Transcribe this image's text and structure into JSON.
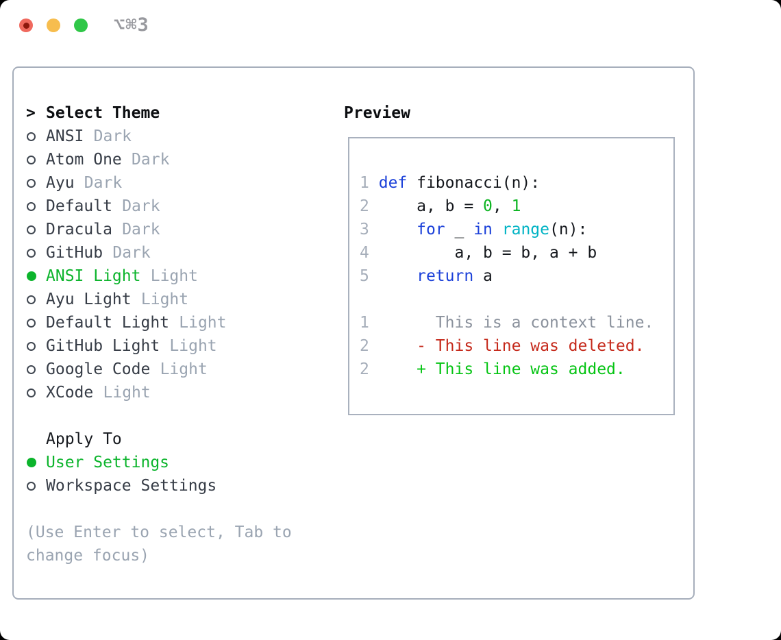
{
  "window": {
    "shortcut_label": "⌥⌘3"
  },
  "theme_selector": {
    "header_prefix": ">",
    "header": "Select Theme",
    "items": [
      {
        "name": "ANSI",
        "tag": "Dark",
        "selected": false
      },
      {
        "name": "Atom One",
        "tag": "Dark",
        "selected": false
      },
      {
        "name": "Ayu",
        "tag": "Dark",
        "selected": false
      },
      {
        "name": "Default",
        "tag": "Dark",
        "selected": false
      },
      {
        "name": "Dracula",
        "tag": "Dark",
        "selected": false
      },
      {
        "name": "GitHub",
        "tag": "Dark",
        "selected": false
      },
      {
        "name": "ANSI Light",
        "tag": "Light",
        "selected": true
      },
      {
        "name": "Ayu Light",
        "tag": "Light",
        "selected": false
      },
      {
        "name": "Default Light",
        "tag": "Light",
        "selected": false
      },
      {
        "name": "GitHub Light",
        "tag": "Light",
        "selected": false
      },
      {
        "name": "Google Code",
        "tag": "Light",
        "selected": false
      },
      {
        "name": "XCode",
        "tag": "Light",
        "selected": false
      }
    ]
  },
  "apply_to": {
    "header": "Apply To",
    "options": [
      {
        "name": "User Settings",
        "selected": true
      },
      {
        "name": "Workspace Settings",
        "selected": false
      }
    ]
  },
  "help_text": [
    "(Use Enter to select, Tab to",
    "change focus)"
  ],
  "preview": {
    "header": "Preview",
    "lines": [
      [
        {
          "c": "num",
          "t": "1"
        },
        {
          "c": "plain",
          "t": " "
        },
        {
          "c": "kw",
          "t": "def"
        },
        {
          "c": "plain",
          "t": " fibonacci(n):"
        }
      ],
      [
        {
          "c": "num",
          "t": "2"
        },
        {
          "c": "plain",
          "t": "     a, b = "
        },
        {
          "c": "lit",
          "t": "0"
        },
        {
          "c": "plain",
          "t": ", "
        },
        {
          "c": "lit",
          "t": "1"
        }
      ],
      [
        {
          "c": "num",
          "t": "3"
        },
        {
          "c": "plain",
          "t": "     "
        },
        {
          "c": "kw",
          "t": "for"
        },
        {
          "c": "plain",
          "t": " _ "
        },
        {
          "c": "kw",
          "t": "in"
        },
        {
          "c": "plain",
          "t": " "
        },
        {
          "c": "fn",
          "t": "range"
        },
        {
          "c": "plain",
          "t": "(n):"
        }
      ],
      [
        {
          "c": "num",
          "t": "4"
        },
        {
          "c": "plain",
          "t": "         a, b = b, a + b"
        }
      ],
      [
        {
          "c": "num",
          "t": "5"
        },
        {
          "c": "plain",
          "t": "     "
        },
        {
          "c": "kw",
          "t": "return"
        },
        {
          "c": "plain",
          "t": " a"
        }
      ],
      [],
      [
        {
          "c": "num",
          "t": "1"
        },
        {
          "c": "plain",
          "t": "       "
        },
        {
          "c": "ctx",
          "t": "This is a context line."
        }
      ],
      [
        {
          "c": "num",
          "t": "2"
        },
        {
          "c": "plain",
          "t": "     "
        },
        {
          "c": "del",
          "t": "- This line was deleted."
        }
      ],
      [
        {
          "c": "num",
          "t": "2"
        },
        {
          "c": "plain",
          "t": "     "
        },
        {
          "c": "add",
          "t": "+ This line was added."
        }
      ]
    ]
  },
  "colors": {
    "accent_green": "#0cb42c",
    "keyword_blue": "#1c41d9",
    "builtin_cyan": "#00b3c4",
    "literal_green": "#0cb421",
    "deleted_red": "#c5291b",
    "added_green": "#06c414",
    "muted_gray": "#9aa4b1",
    "border_gray": "#a6aebb",
    "traffic_red": "#f0695e",
    "traffic_yellow": "#f7bd4e",
    "traffic_green": "#30c748"
  }
}
